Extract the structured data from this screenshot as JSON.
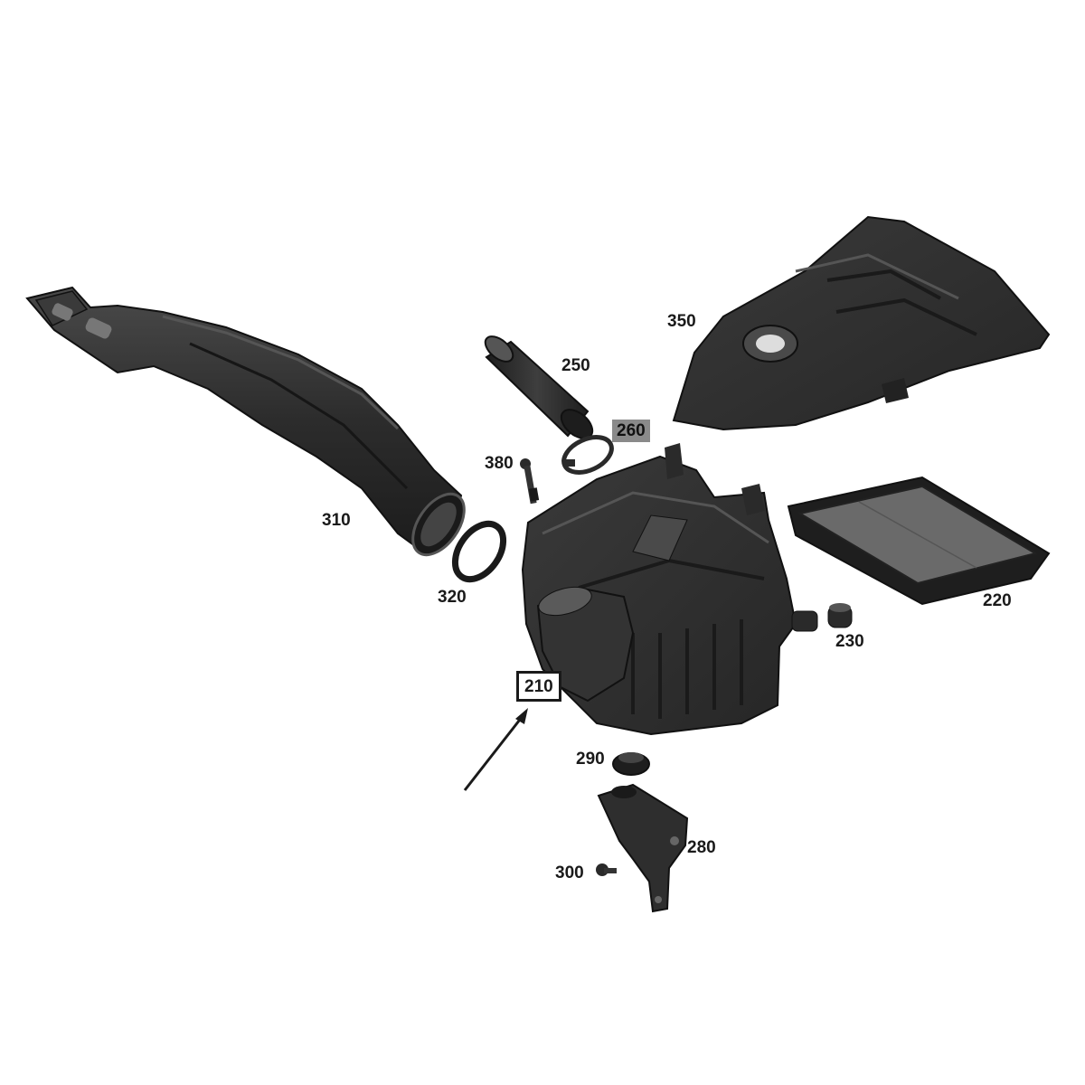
{
  "callouts": {
    "c210": "210",
    "c220": "220",
    "c230": "230",
    "c250": "250",
    "c260": "260",
    "c280": "280",
    "c290": "290",
    "c300": "300",
    "c310": "310",
    "c320": "320",
    "c350": "350",
    "c380": "380"
  },
  "colors": {
    "part_dark": "#2a2a2a",
    "part_mid": "#3d3d3d",
    "part_light": "#5a5a5a",
    "ink": "#1a1a1a",
    "shaded_label_bg": "#8a8a8a"
  }
}
